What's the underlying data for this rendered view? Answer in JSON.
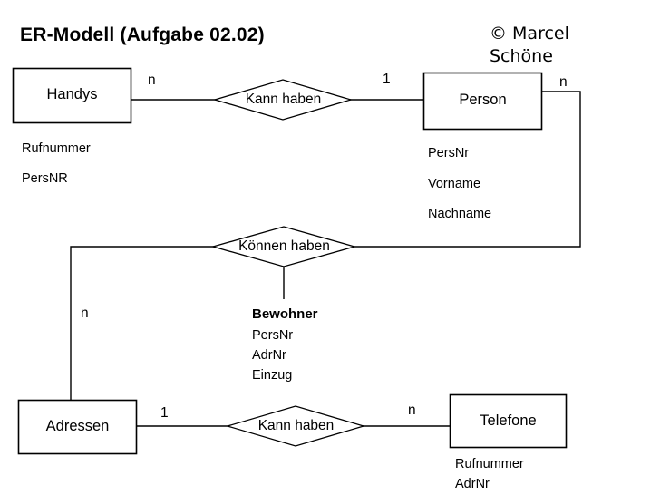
{
  "slide": {
    "title": "ER-Modell (Aufgabe 02.02)",
    "credit_line1": "© Marcel",
    "credit_line2": "Schöne",
    "background_color": "#ffffff",
    "line_color": "#000000"
  },
  "entities": [
    {
      "id": "handys",
      "label": "Handys",
      "attributes": [
        "Rufnummer",
        "PersNR"
      ]
    },
    {
      "id": "person",
      "label": "Person",
      "attributes": [
        "PersNr",
        "Vorname",
        "Nachname"
      ]
    },
    {
      "id": "adressen",
      "label": "Adressen",
      "attributes": []
    },
    {
      "id": "telefone",
      "label": "Telefone",
      "attributes": [
        "Rufnummer",
        "AdrNr"
      ]
    }
  ],
  "relationships": [
    {
      "id": "kann-haben-handys-person",
      "label": "Kann haben",
      "left_cardinality": "n",
      "right_cardinality": "1"
    },
    {
      "id": "koennen-haben-person-adressen",
      "label": "Können haben",
      "left_cardinality": "n",
      "right_cardinality": "n"
    },
    {
      "id": "kann-haben-adressen-telefone",
      "label": "Kann haben",
      "left_cardinality": "1",
      "right_cardinality": "n"
    }
  ],
  "associative_entity": {
    "id": "bewohner",
    "label": "Bewohner",
    "attributes": [
      "PersNr",
      "AdrNr",
      "Einzug"
    ]
  }
}
